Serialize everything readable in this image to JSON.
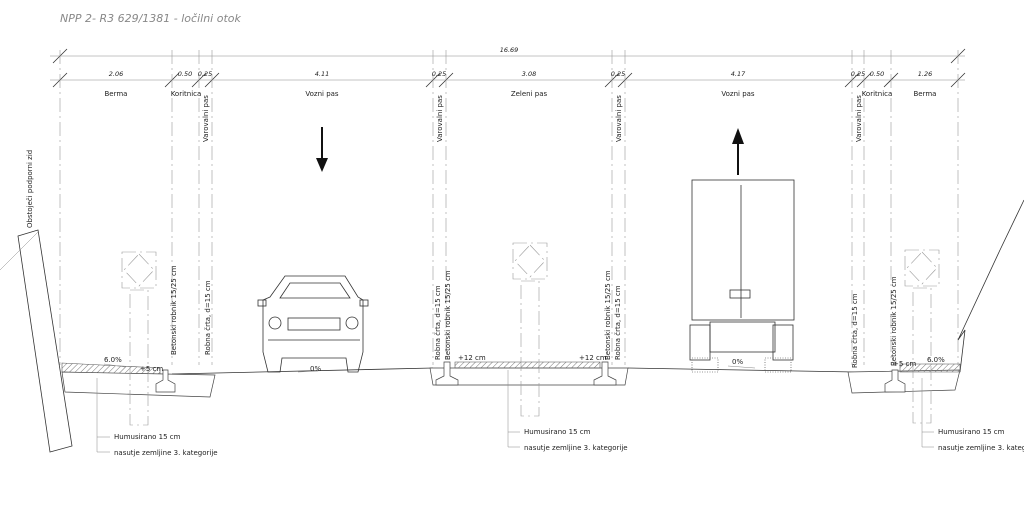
{
  "title": "NPP 2- R3 629/1381 - ločilni otok",
  "total_width": "16.69",
  "segments": [
    {
      "width": "2.06",
      "name": "Berma"
    },
    {
      "width": "0.50",
      "name": "Koritnica"
    },
    {
      "width": "0.25",
      "name": "Varovalni pas"
    },
    {
      "width": "4.11",
      "name": "Vozni pas"
    },
    {
      "width": "0.25",
      "name": "Varovalni pas"
    },
    {
      "width": "3.08",
      "name": "Zeleni pas"
    },
    {
      "width": "0.25",
      "name": "Varovalni pas"
    },
    {
      "width": "4.17",
      "name": "Vozni pas"
    },
    {
      "width": "0.25",
      "name": "Varovalni pas"
    },
    {
      "width": "0.50",
      "name": "Koritnica"
    },
    {
      "width": "1.26",
      "name": "Berma"
    }
  ],
  "wall_label": "Obstoječi podporni zid",
  "labels": {
    "curb": "Betonski robnik 15/25 cm",
    "edge_line": "Robna črta, d=15 cm",
    "plus5": "+5 cm",
    "plus12": "+12 cm",
    "slope_berm": "6.0%",
    "slope_lane_left": "0%",
    "slope_lane_right": "0%",
    "humus": "Humusirano 15 cm",
    "fill": "nasutje zemljine 3. kategorije"
  },
  "icons": [
    "down-arrow-icon",
    "up-arrow-icon",
    "car-icon",
    "truck-icon",
    "tree-symbol-icon"
  ]
}
